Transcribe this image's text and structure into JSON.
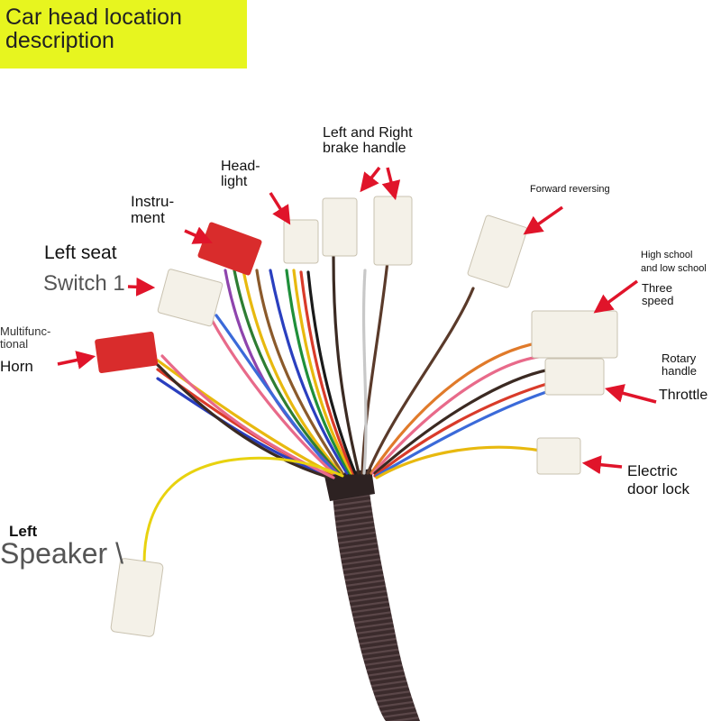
{
  "title": {
    "line1": "Car head location",
    "line2": "description"
  },
  "labels": {
    "brake": {
      "line1": "Left and Right",
      "line2": "brake handle"
    },
    "headlight": {
      "line1": "Head-",
      "line2": "light"
    },
    "instrument": {
      "line1": "Instru-",
      "line2": "ment"
    },
    "forward_reversing": "Forward reversing",
    "high_low": {
      "line1": "High school",
      "line2": "and low school"
    },
    "three_speed": {
      "line1": "Three",
      "line2": "speed"
    },
    "left_seat": "Left seat",
    "switch1": "Switch 1",
    "multifunctional": {
      "line1": "Multifunc-",
      "line2": "tional"
    },
    "horn": "Horn",
    "rotary_handle": {
      "line1": "Rotary",
      "line2": "handle"
    },
    "throttle": "Throttle",
    "electric_door_lock": {
      "line1": "Electric",
      "line2": "door lock"
    },
    "left": "Left",
    "speaker": "Speaker \\"
  },
  "colors": {
    "title_bg": "#e7f51f",
    "arrow": "#e0142a",
    "connector_red": "#d92c2c",
    "connector_white": "#f4f1e8",
    "harness": "#3a2a2a"
  }
}
